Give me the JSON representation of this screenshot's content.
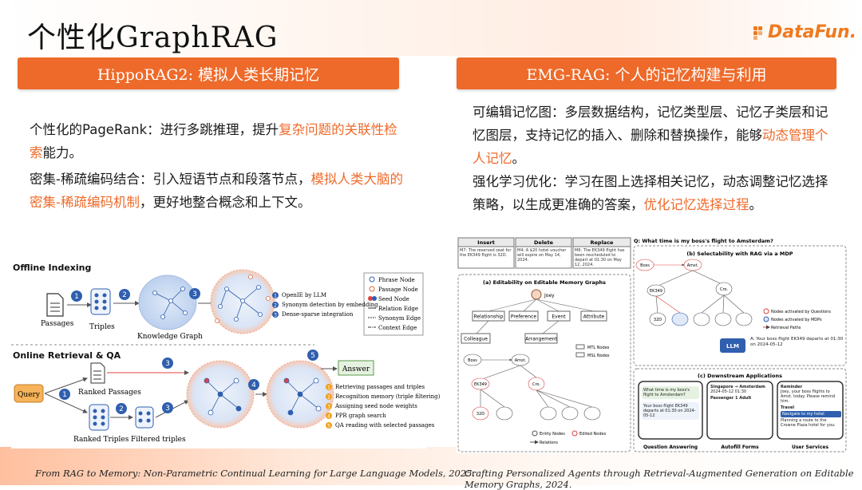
{
  "slide": {
    "title": "个性化GraphRAG",
    "logo_text": "DataFun."
  },
  "colors": {
    "accent": "#ee6a2a",
    "logo": "#f07a1e"
  },
  "left": {
    "banner": "HippoRAG2: 模拟人类长期记忆",
    "para1": {
      "a": "个性化的PageRank：进行多跳推理，提升",
      "hl": "复杂问题的关联性检索",
      "b": "能力。"
    },
    "para2": {
      "a": "密集-稀疏编码结合：引入短语节点和段落节点，",
      "hl": "模拟人类大脑的密集-稀疏编码机制",
      "b": "，更好地整合概念和上下文。"
    },
    "figure": {
      "offline_title": "Offline Indexing",
      "online_title": "Online Retrieval & QA",
      "passages": "Passages",
      "triples": "Triples",
      "knowledge_graph": "Knowledge Graph",
      "query": "Query",
      "ranked_passages": "Ranked Passages",
      "ranked_triples": "Ranked Triples",
      "filtered_triples": "Filtered triples",
      "answer": "Answer",
      "legend_nodes": [
        "Phrase Node",
        "Passage Node",
        "Seed Node"
      ],
      "legend_edges": [
        "Relation Edge",
        "Synonym Edge",
        "Context Edge"
      ],
      "offline_steps": [
        "OpenIE by LLM",
        "Synonym detection by embedding",
        "Dense-sparse integration"
      ],
      "online_steps": [
        "Retrieving passages and triples",
        "Recognition memory (triple filtering)",
        "Assigning seed node weights",
        "PPR graph search",
        "QA reading with selected passages"
      ],
      "step_nums": [
        "1",
        "2",
        "3",
        "4",
        "5"
      ]
    },
    "caption": "From RAG to Memory: Non-Parametric Continual Learning for Large Language Models, 2025."
  },
  "right": {
    "banner": "EMG-RAG: 个人的记忆构建与利用",
    "para1": {
      "a": "可编辑记忆图：多层数据结构，记忆类型层、记忆子类层和记忆图层，支持记忆的插入、删除和替换操作，能够",
      "hl": "动态管理个人记忆",
      "b": "。"
    },
    "para2": {
      "a": "强化学习优化：学习在图上选择相关记忆，动态调整记忆选择策略，以生成更准确的答案，",
      "hl": "优化记忆选择过程",
      "b": "。"
    },
    "figure": {
      "ops": [
        "Insert",
        "Delete",
        "Replace"
      ],
      "ops_desc": [
        "M7: The reserved seat for the EK349 flight is 32D.",
        "M4: A $20 hotel voucher will expire on May 14, 2024.",
        "M6: The EK349 flight has been rescheduled to depart at 01:30 on May 12, 2024."
      ],
      "question": "Q: What time is my boss's flight to Amsterdam?",
      "panel_a": "(a) Editability on Editable Memory Graphs",
      "panel_b": "(b) Selectability with RAG via a MDP",
      "panel_c": "(c) Downstream Applications",
      "user": "Joey",
      "categories": [
        "Relationship",
        "Preference",
        "Event",
        "Attribute"
      ],
      "subcats": [
        "Colleague",
        "Arrangement"
      ],
      "legend": [
        "MTL Nodes",
        "MSL Nodes",
        "Entity Nodes",
        "Edited Nodes",
        "Relations",
        "Nodes activated by Questions",
        "Nodes activated by MDPs",
        "Retrieval Paths"
      ],
      "answer": "A: Your boss flight EK349 departs at 01:30 on 2024-05-12",
      "llm": "LLM",
      "apps": [
        "Question Answering",
        "Autofill Forms",
        "User Services"
      ],
      "qa_q": "What time is my boss's flight to Amsterdam?",
      "qa_a": "Your boss flight EK349 departs at 01:30 on 2024-05-12",
      "form_title": "Singapore → Amsterdam",
      "form_date": "2024-05-12 01:30",
      "form_pass": "Passenger 1 Adult",
      "reminder_title": "Reminder",
      "reminder_text": "Joey, your boss flights to Amst. today. Please remind him.",
      "travel_title": "Travel",
      "travel_btn": "Navigate to my hotel",
      "travel_text": "Planning a route to the Crowne Plaza hotel for you."
    },
    "caption": "Crafting Personalized Agents through Retrieval-Augmented Generation on Editable Memory Graphs, 2024."
  }
}
